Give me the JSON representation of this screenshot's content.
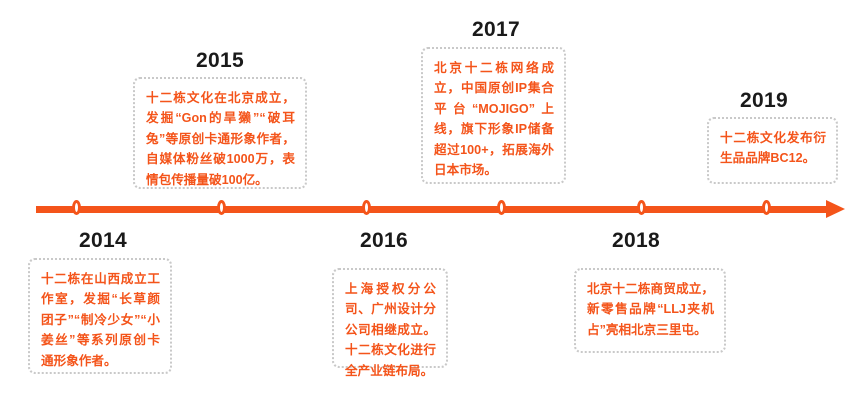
{
  "theme": {
    "accent": "#f4541a",
    "card_border": "#c9c9c9",
    "year_color": "#1a1a1a",
    "background": "#ffffff"
  },
  "axis": {
    "name": "timeline-axis",
    "arrow_direction": "right",
    "node_count": 6
  },
  "events": [
    {
      "year": "2014",
      "position": "below",
      "text": "十二栋在山西成立工作室，发掘“长草颜团子”“制冷少女”“小姜丝”等系列原创卡通形象作者。"
    },
    {
      "year": "2015",
      "position": "above",
      "text": "十二栋文化在北京成立，发掘“Gon的旱獭”“破耳兔”等原创卡通形象作者，自媒体粉丝破1000万，表情包传播量破100亿。"
    },
    {
      "year": "2016",
      "position": "below",
      "text": "上海授权分公司、广州设计分公司相继成立。十二栋文化进行全产业链布局。"
    },
    {
      "year": "2017",
      "position": "above",
      "text": "北京十二栋网络成立，中国原创IP集合平台“MOJIGO”上线，旗下形象IP储备超过100+，拓展海外日本市场。"
    },
    {
      "year": "2018",
      "position": "below",
      "text": "北京十二栋商贸成立，新零售品牌“LLJ夹机占”亮相北京三里屯。"
    },
    {
      "year": "2019",
      "position": "above",
      "text": "十二栋文化发布衍生品品牌BC12。"
    }
  ]
}
